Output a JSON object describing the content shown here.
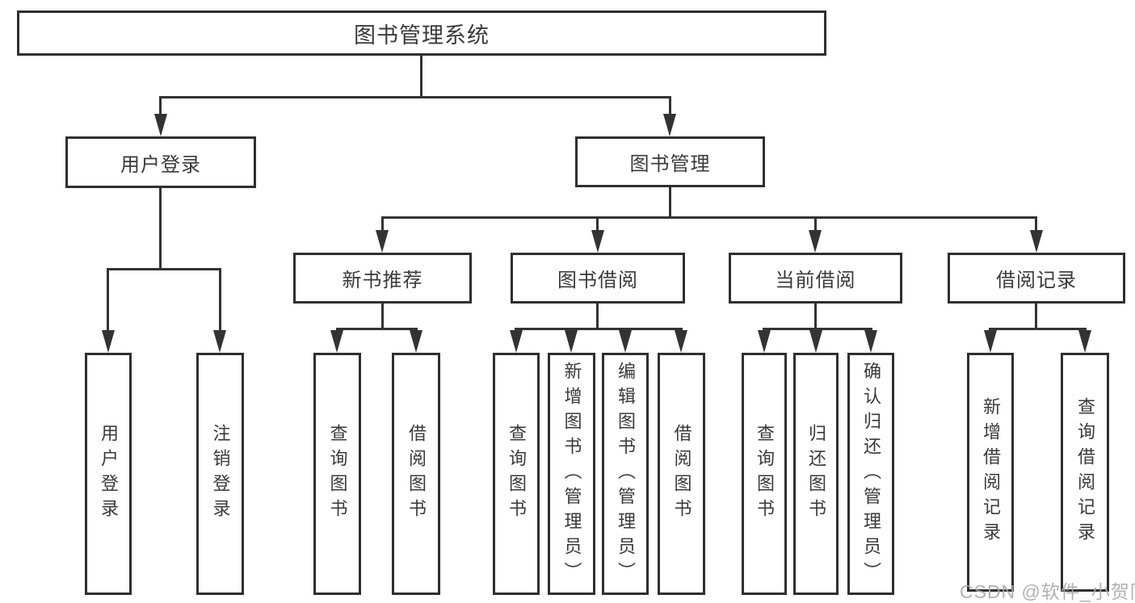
{
  "tree": {
    "root": "图书管理系统",
    "branches": [
      {
        "label": "用户登录",
        "children": [
          "用户登录",
          "注销登录"
        ]
      },
      {
        "label": "图书管理",
        "children": [
          {
            "label": "新书推荐",
            "children": [
              "查询图书",
              "借阅图书"
            ]
          },
          {
            "label": "图书借阅",
            "children": [
              "查询图书",
              "新增图书（管理员）",
              "编辑图书（管理员）",
              "借阅图书"
            ]
          },
          {
            "label": "当前借阅",
            "children": [
              "查询图书",
              "归还图书",
              "确认归还（管理员）"
            ]
          },
          {
            "label": "借阅记录",
            "children": [
              "新增借阅记录",
              "查询借阅记录"
            ]
          }
        ]
      }
    ]
  },
  "watermark": "CSDN @软件_小贺同学",
  "colors": {
    "line": "#333333",
    "box_border": "#2f2f2f",
    "text": "#3a3a3a",
    "watermark": "#a8a8a8",
    "background": "#ffffff"
  }
}
